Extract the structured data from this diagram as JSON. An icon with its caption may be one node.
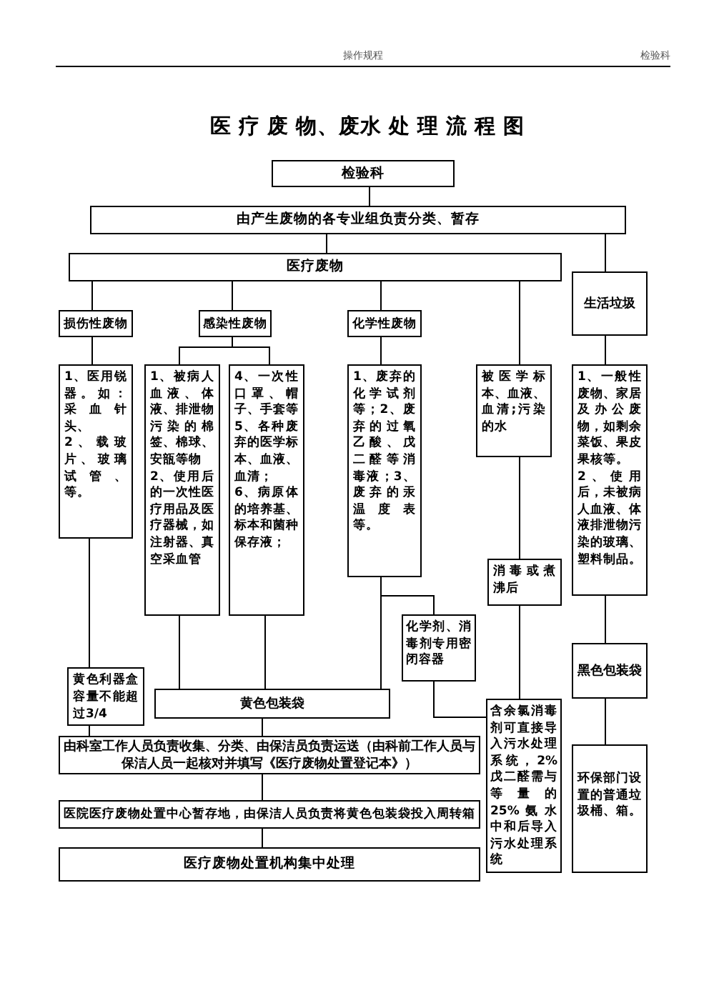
{
  "diagram": {
    "title": "医 疗 废 物、废水 处 理 流 程 图",
    "nodes": [
      {
        "text": [
          "检验科"
        ]
      },
      {
        "text": [
          "由产生废物的各专业组负责分类、暂存"
        ]
      },
      {
        "text": [
          "医疗废物"
        ]
      },
      {
        "text": [
          "生活垃圾"
        ]
      },
      {
        "text": [
          "损伤性废物"
        ]
      },
      {
        "text": [
          "感染性废物"
        ]
      },
      {
        "text": [
          "化学性废物"
        ]
      },
      {
        "text": [
          "1、医用锐器。如：采血针头、",
          "2、载玻片、玻璃试管、等。"
        ]
      },
      {
        "text": [
          "1、被病人血液、体液、排泄物污染的棉签、棉球、安瓿等物",
          "2、使用后的一次性医疗用品及医疗器械，如注射器、真空采血管"
        ]
      },
      {
        "text": [
          "4、一次性口罩、帽子、手套等",
          "5、各种废弃的医学标本、血液、血清；",
          "6、病原体的培养基、标本和菌种保存液；"
        ]
      },
      {
        "text": [
          "1、废弃的化学试剂等；2、废弃的过氧乙酸、戊二醛等消毒液；3、废弃的汞温度表等。"
        ]
      },
      {
        "text": [
          "被医学标本、血液、血清;污染的水"
        ]
      },
      {
        "text": [
          "1、一般性废物、家居及办公废物，如剩余菜饭、果皮果核等。",
          "2、使用后，未被病人血液、体液排泄物污染的玻璃、塑料制品。"
        ]
      },
      {
        "text": [
          "消毒或煮沸后"
        ]
      },
      {
        "text": [
          "化学剂、消毒剂专用密闭容器"
        ]
      },
      {
        "text": [
          "黄色利器盒容量不能超过3/4"
        ]
      },
      {
        "text": [
          "黄色包装袋"
        ]
      },
      {
        "text": [
          "黑色包装袋"
        ]
      },
      {
        "text": [
          "含余氯消毒剂可直接导入污水处理系统，2%戊二醛需与等量的25%氨水中和后导入污水处理系统"
        ]
      },
      {
        "text": [
          "环保部门设置的普通垃圾桶、箱。"
        ]
      },
      {
        "text": [
          "由科室工作人员负责收集、分类、由保洁员负责运送（由科前工作人员与保洁人员一起核对并填写《医疗废物处置登记本》）"
        ]
      },
      {
        "text": [
          "医院医疗废物处置中心暂存地，由保洁人员负责将黄色包装袋投入周转箱"
        ]
      },
      {
        "text": [
          "医疗废物处置机构集中处理"
        ]
      }
    ],
    "edges": [
      {
        "from": 0,
        "to": 1,
        "arrow": "none"
      },
      {
        "from": 1,
        "to": 2,
        "arrow": "none"
      },
      {
        "from": 1,
        "to": 3,
        "arrow": "none"
      },
      {
        "from": 2,
        "to": 4,
        "arrow": "none"
      },
      {
        "from": 2,
        "to": 5,
        "arrow": "none"
      },
      {
        "from": 2,
        "to": 6,
        "arrow": "none"
      },
      {
        "from": 2,
        "to": 11,
        "arrow": "none"
      },
      {
        "from": 4,
        "to": 7,
        "arrow": "none"
      },
      {
        "from": 5,
        "to": 8,
        "arrow": "none"
      },
      {
        "from": 5,
        "to": 9,
        "arrow": "none"
      },
      {
        "from": 6,
        "to": 10,
        "arrow": "none"
      },
      {
        "from": 3,
        "to": 12,
        "arrow": "none"
      },
      {
        "from": 7,
        "to": 15,
        "arrow": "none"
      },
      {
        "from": 8,
        "to": 16,
        "arrow": "none"
      },
      {
        "from": 9,
        "to": 16,
        "arrow": "none"
      },
      {
        "from": 10,
        "to": 16,
        "arrow": "none"
      },
      {
        "from": 10,
        "to": 14,
        "arrow": "none"
      },
      {
        "from": 11,
        "to": 13,
        "arrow": "none"
      },
      {
        "from": 13,
        "to": 18,
        "arrow": "none"
      },
      {
        "from": 14,
        "to": 18,
        "arrow": "none"
      },
      {
        "from": 12,
        "to": 17,
        "arrow": "none"
      },
      {
        "from": 17,
        "to": 19,
        "arrow": "none"
      },
      {
        "from": 15,
        "to": 20,
        "arrow": "none"
      },
      {
        "from": 16,
        "to": 20,
        "arrow": "none"
      },
      {
        "from": 20,
        "to": 21,
        "arrow": "none"
      },
      {
        "from": 21,
        "to": 22,
        "arrow": "none"
      }
    ],
    "labels": [
      "操作规程",
      "检验科"
    ]
  }
}
